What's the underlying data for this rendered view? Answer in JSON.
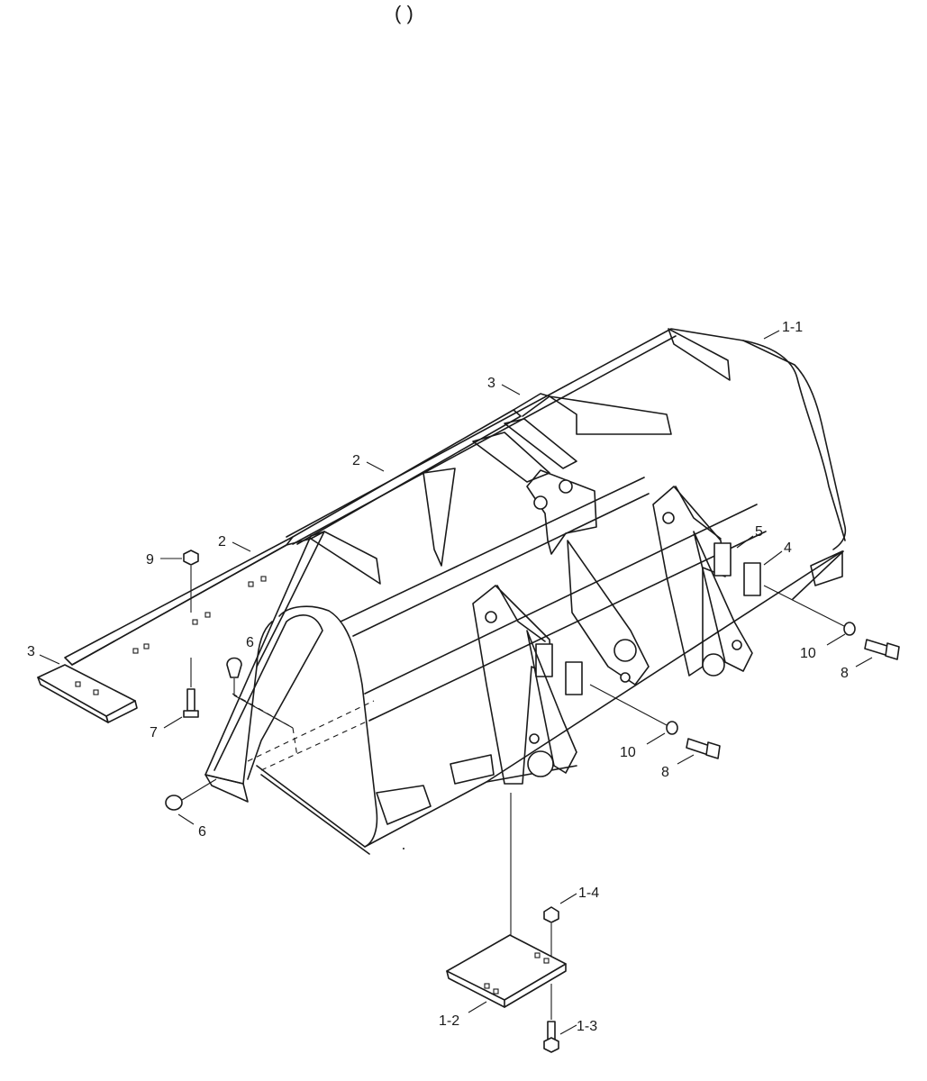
{
  "header": {
    "title_fragment": "(          )",
    "title_fragment_visible": true
  },
  "callouts": [
    {
      "id": "c-1-1",
      "text": "1-1"
    },
    {
      "id": "c-3-top",
      "text": "3"
    },
    {
      "id": "c-2-upper",
      "text": "2"
    },
    {
      "id": "c-2-lower",
      "text": "2"
    },
    {
      "id": "c-9",
      "text": "9"
    },
    {
      "id": "c-3-left",
      "text": "3"
    },
    {
      "id": "c-6-upper",
      "text": "6"
    },
    {
      "id": "c-7",
      "text": "7"
    },
    {
      "id": "c-6-lower",
      "text": "6"
    },
    {
      "id": "c-5",
      "text": "5"
    },
    {
      "id": "c-4",
      "text": "4"
    },
    {
      "id": "c-10-right",
      "text": "10"
    },
    {
      "id": "c-8-right",
      "text": "8"
    },
    {
      "id": "c-10-mid",
      "text": "10"
    },
    {
      "id": "c-8-mid",
      "text": "8"
    },
    {
      "id": "c-1-4",
      "text": "1-4"
    },
    {
      "id": "c-1-2",
      "text": "1-2"
    },
    {
      "id": "c-1-3",
      "text": "1-3"
    }
  ]
}
